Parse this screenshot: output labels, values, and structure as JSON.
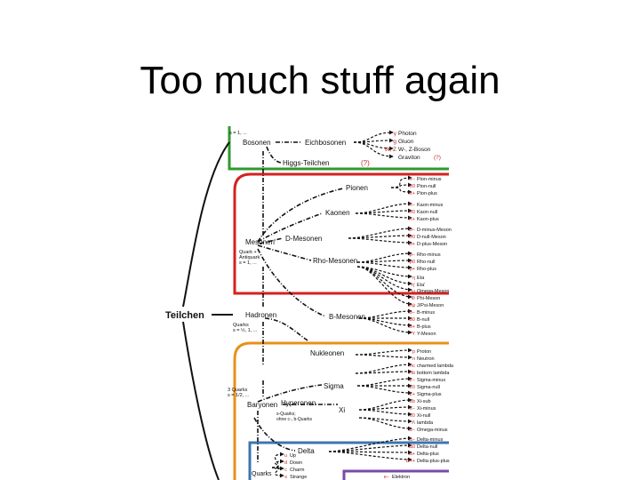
{
  "slide": {
    "title": "Too much stuff again"
  },
  "diagram": {
    "colors": {
      "green": "#2f9a2f",
      "red": "#d42020",
      "orange": "#e8901a",
      "blue": "#3d74b0",
      "purple": "#7a4aa8",
      "ink": "#111111",
      "leafRed": "#c42a2a"
    },
    "root": "Teilchen",
    "spin_bosonen": "s = 1, ...",
    "bosonen": "Bosonen",
    "eichbosonen": "Eichbosonen",
    "higgs": "Higgs-Teilchen",
    "higgs_q": "(?)",
    "gauge_leaves": [
      {
        "sym": "γ",
        "name": "Photon"
      },
      {
        "sym": "g",
        "name": "Gluon"
      },
      {
        "sym": "W, Z",
        "name": "W-, Z-Boson"
      },
      {
        "sym": "",
        "name": "Graviton"
      }
    ],
    "graviton_q": "(?)",
    "hadronen": "Hadronen",
    "quarks_spin": [
      "Quarks",
      "s = ½, 1, ..."
    ],
    "mesonen": "Mesonen",
    "meson_note": [
      "Quark +",
      "Antiquark",
      "s = 1, ..."
    ],
    "pionen": "Pionen",
    "kaonen": "Kaonen",
    "dmesonen": "D-Mesonen",
    "rhomesonen": "Rho-Mesonen",
    "bmesonen": "B-Mesonen",
    "meson_leaves": [
      {
        "sym": "π−",
        "name": "Pion-minus"
      },
      {
        "sym": "π0",
        "name": "Pion-null"
      },
      {
        "sym": "π+",
        "name": "Pion-plus"
      },
      {
        "sym": "K−",
        "name": "Kaon-minus"
      },
      {
        "sym": "K0",
        "name": "Kaon-null"
      },
      {
        "sym": "K+",
        "name": "Kaon-plus"
      },
      {
        "sym": "D−",
        "name": "D-minus-Meson"
      },
      {
        "sym": "D0",
        "name": "D-null-Meson"
      },
      {
        "sym": "D+",
        "name": "D-plus-Meson"
      },
      {
        "sym": "ρ−",
        "name": "Rho-minus"
      },
      {
        "sym": "ρ0",
        "name": "Rho-null"
      },
      {
        "sym": "ρ+",
        "name": "Rho-plus"
      },
      {
        "sym": "η",
        "name": "Eta"
      },
      {
        "sym": "η'",
        "name": "Eta'"
      },
      {
        "sym": "ω",
        "name": "Omega-Meson"
      },
      {
        "sym": "Φ",
        "name": "Phi-Meson"
      },
      {
        "sym": "J/ψ",
        "name": "J/Psi-Meson"
      },
      {
        "sym": "B−",
        "name": "B-minus"
      },
      {
        "sym": "B0",
        "name": "B-null"
      },
      {
        "sym": "B+",
        "name": "B-plus"
      },
      {
        "sym": "Y",
        "name": "Y-Meson"
      }
    ],
    "baryon_spin": [
      "3 Quarks",
      "s = 1/2, ..."
    ],
    "baryonen": "Baryonen",
    "nukleonen": "Nukleonen",
    "hyperonen": "Hyperonen",
    "hyperon_note": [
      "s-Quarks;",
      "ohne c-, b-Quarks"
    ],
    "sigma": "Sigma",
    "xi": "Xi",
    "delta": "Delta",
    "baryon_leaves": [
      {
        "sym": "p",
        "name": "Proton"
      },
      {
        "sym": "n",
        "name": "Neutron"
      },
      {
        "sym": "Λc",
        "name": "charmed lambda"
      },
      {
        "sym": "Λb",
        "name": "bottom lambda"
      },
      {
        "sym": "Σ−",
        "name": "Sigma-minus"
      },
      {
        "sym": "Σ0",
        "name": "Sigma-null"
      },
      {
        "sym": "Σ+",
        "name": "Sigma-plus"
      },
      {
        "sym": "Ξb",
        "name": "Xi-sub"
      },
      {
        "sym": "Ξ−",
        "name": "Xi-minus"
      },
      {
        "sym": "Ξ0",
        "name": "Xi-null"
      },
      {
        "sym": "Λ",
        "name": "lambda"
      },
      {
        "sym": "Ω−",
        "name": "Omega-minus"
      },
      {
        "sym": "Δ−",
        "name": "Delta-minus"
      },
      {
        "sym": "Δ0",
        "name": "Delta-null"
      },
      {
        "sym": "Δ+",
        "name": "Delta-plus"
      },
      {
        "sym": "Δ++",
        "name": "Delta-plus-plus"
      }
    ],
    "quarks": "Quarks",
    "quark_leaves": [
      {
        "sym": "u",
        "name": "Up"
      },
      {
        "sym": "d",
        "name": "Down"
      },
      {
        "sym": "c",
        "name": "Charm"
      },
      {
        "sym": "s",
        "name": "Strange"
      }
    ],
    "lepton_leaf": {
      "sym": "e−",
      "name": "Elektron"
    }
  }
}
